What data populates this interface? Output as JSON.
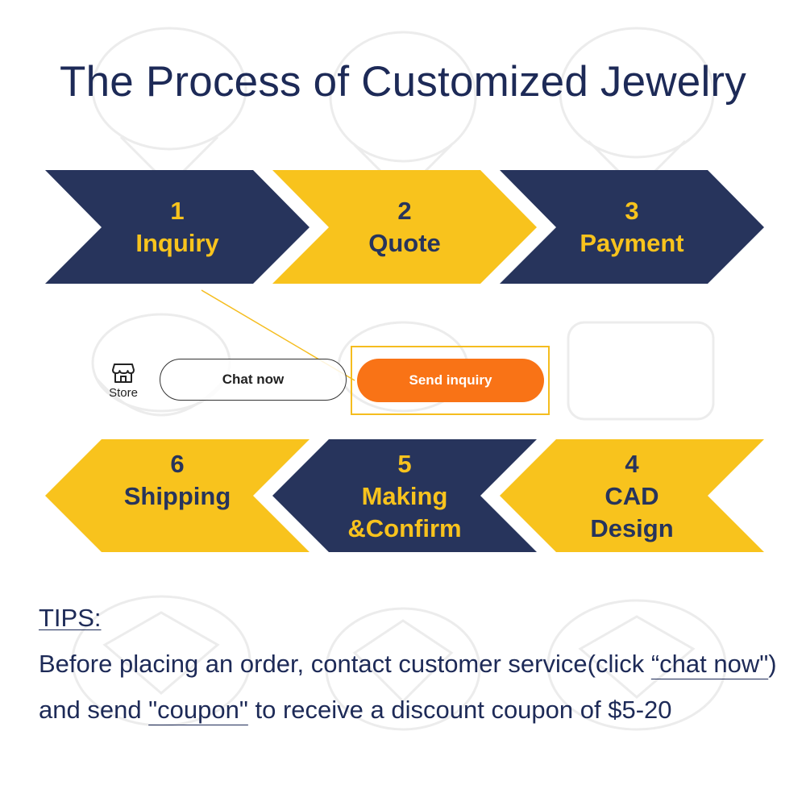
{
  "title": "The Process of Customized Jewelry",
  "colors": {
    "navy": "#27345c",
    "yellow": "#f8c31d",
    "orange": "#f97316",
    "title_text": "#1d2a57"
  },
  "steps": [
    {
      "number": "1",
      "label": "Inquiry"
    },
    {
      "number": "2",
      "label": "Quote"
    },
    {
      "number": "3",
      "label": "Payment"
    },
    {
      "number": "4",
      "label": "CAD",
      "label2": "Design"
    },
    {
      "number": "5",
      "label": "Making",
      "label2": "&Confirm"
    },
    {
      "number": "6",
      "label": "Shipping"
    }
  ],
  "actions": {
    "store_icon": "store-icon",
    "store_label": "Store",
    "chat_label": "Chat now",
    "send_label": "Send inquiry"
  },
  "tips": {
    "heading": "TIPS:",
    "text_before": "Before placing an order, contact customer service(click ",
    "chat_link": "“chat now\"",
    "text_middle": ") and send ",
    "coupon_link": "\"coupon\"",
    "text_after": " to receive a discount coupon of $5-20"
  }
}
